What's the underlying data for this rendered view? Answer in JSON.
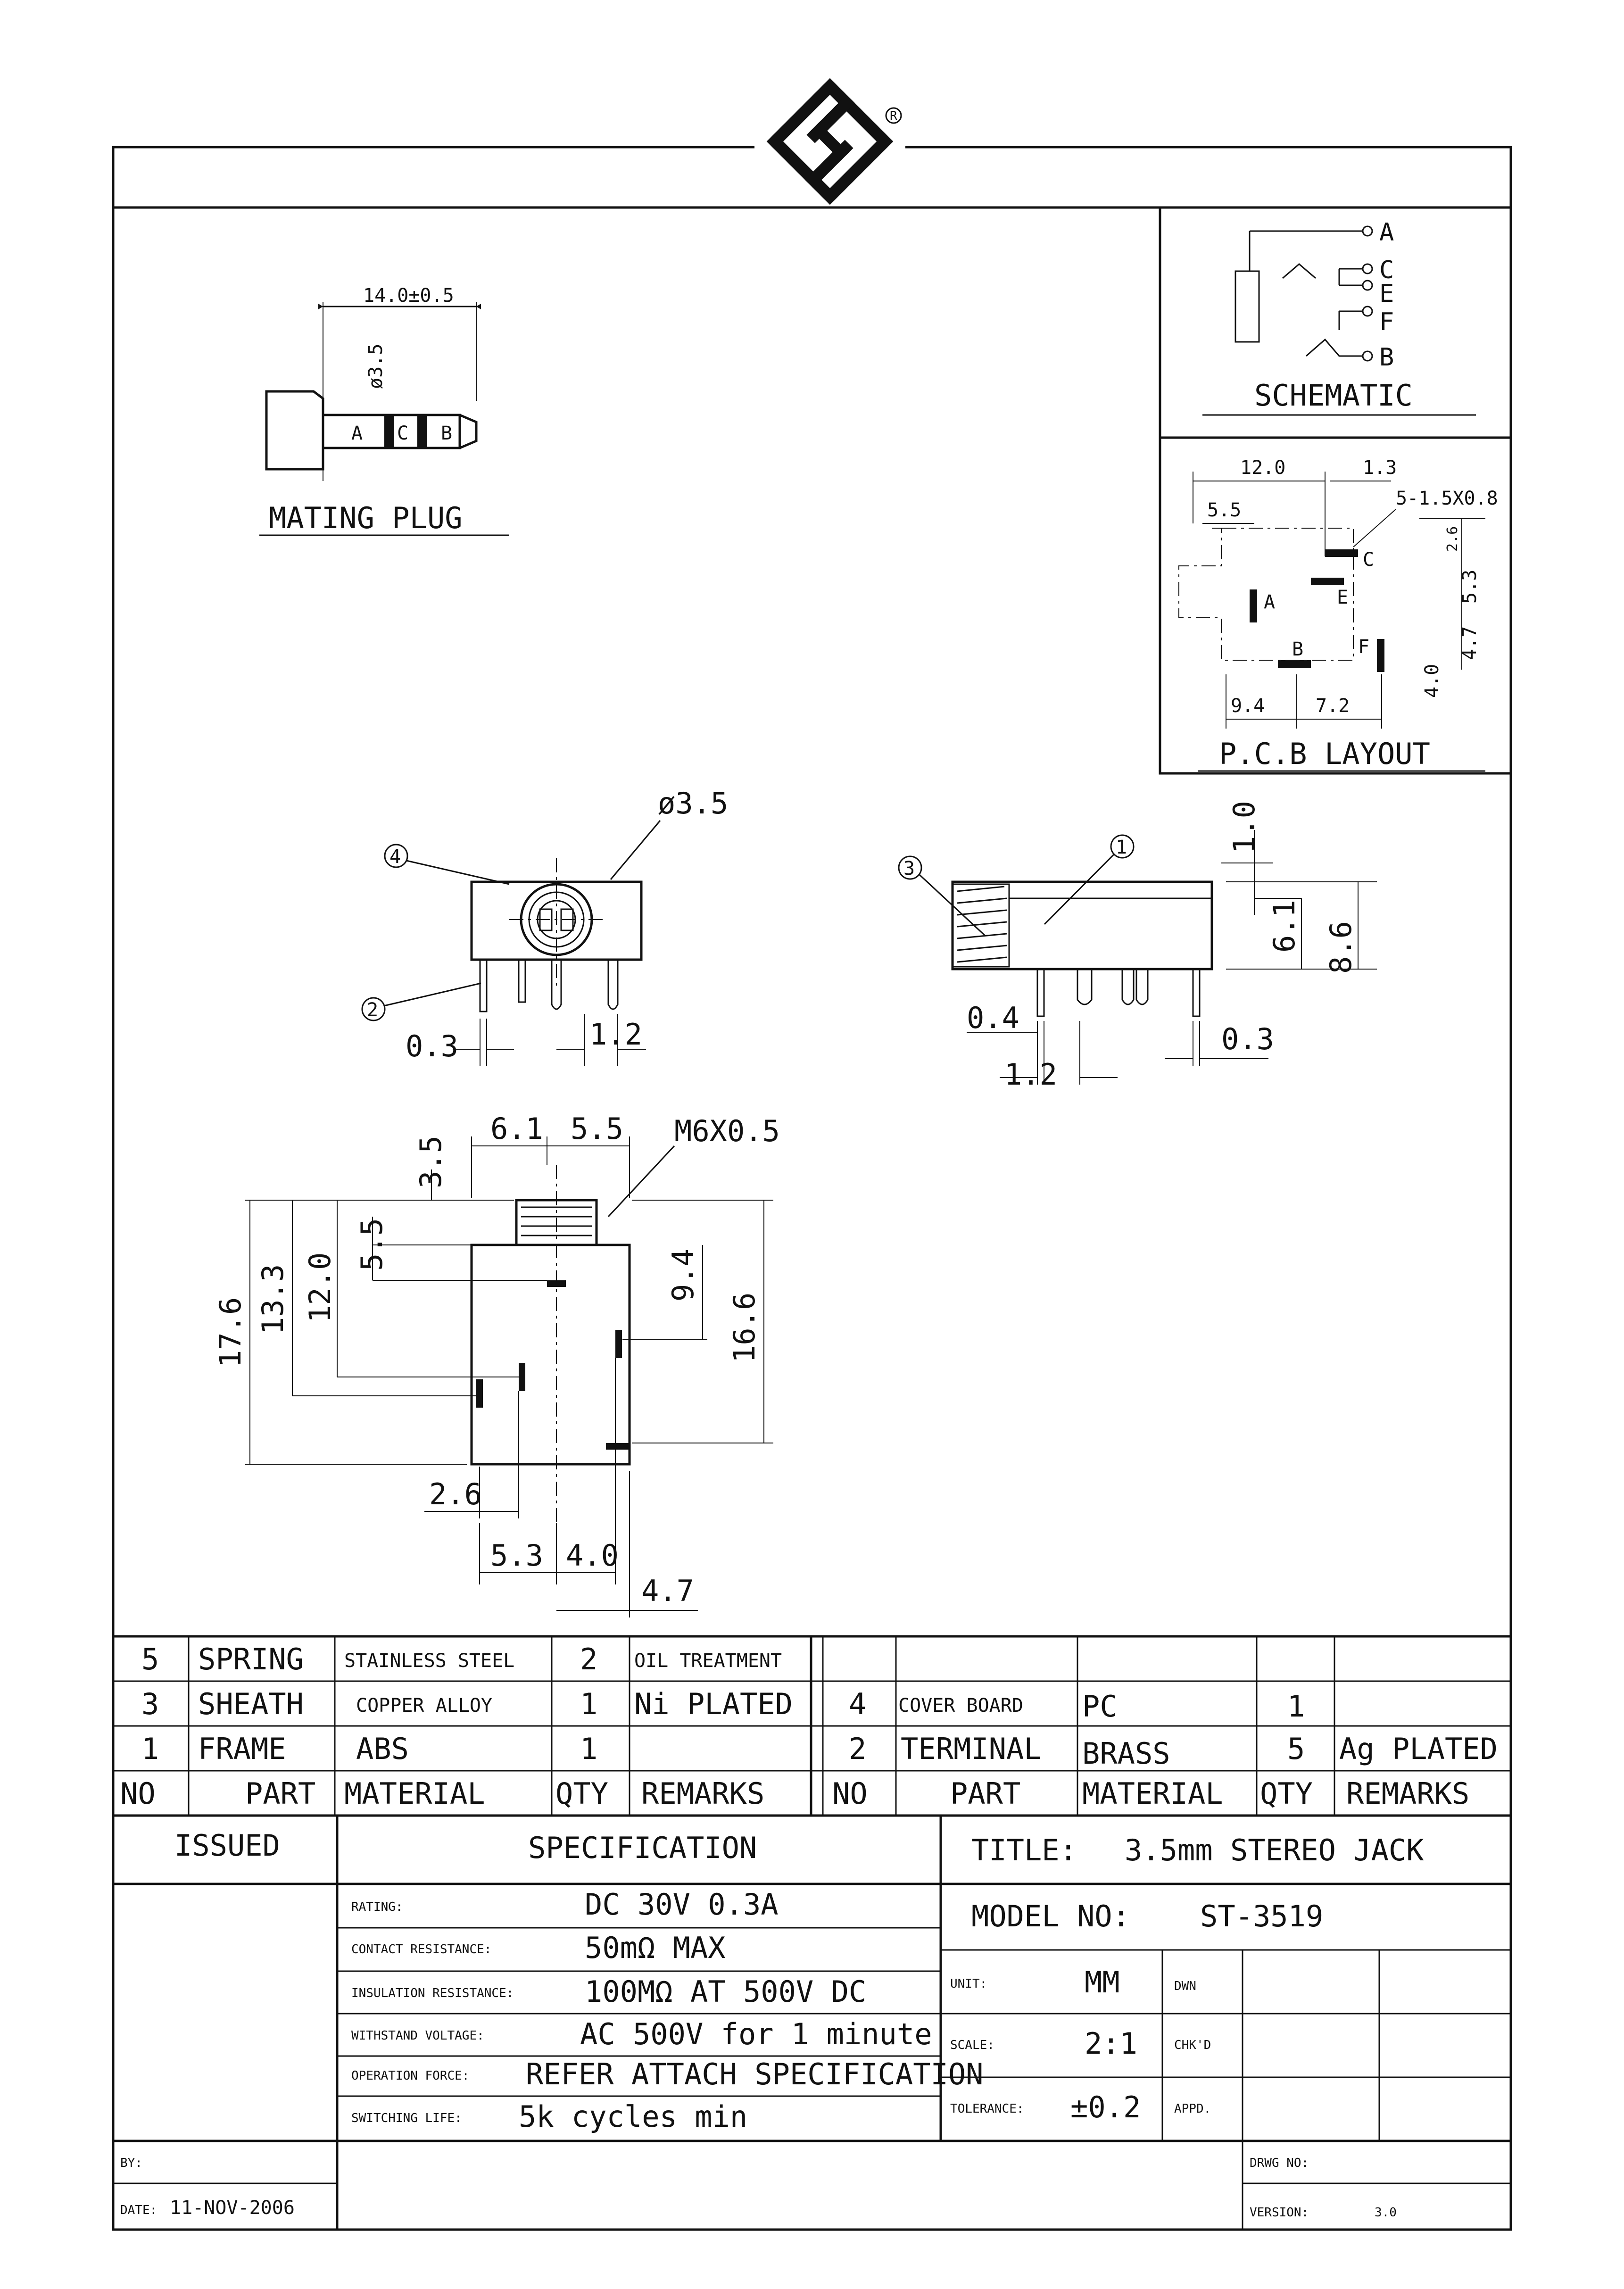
{
  "logo_mark": "registered-logo",
  "plug": {
    "title": "MATING PLUG",
    "dim_length": "14.0±0.5",
    "dim_dia": "ø3.5",
    "seg_a": "A",
    "seg_c": "C",
    "seg_b": "B"
  },
  "schematic": {
    "title": "SCHEMATIC",
    "pins": [
      "A",
      "C",
      "E",
      "F",
      "B"
    ]
  },
  "pcb": {
    "title": "P.C.B LAYOUT",
    "dims": {
      "d12": "12.0",
      "d13": "1.3",
      "holes": "5-1.5X0.8",
      "d55": "5.5",
      "d26": "2.6",
      "d53": "5.3",
      "d47": "4.7",
      "d40": "4.0",
      "d94": "9.4",
      "d72": "7.2"
    },
    "pads": [
      "A",
      "B",
      "C",
      "E",
      "F"
    ]
  },
  "front_view": {
    "dia": "ø3.5",
    "d03": "0.3",
    "d12": "1.2",
    "callout_4": "4",
    "callout_2": "2"
  },
  "side_view": {
    "d10": "1.0",
    "d61": "6.1",
    "d86": "8.6",
    "d04": "0.4",
    "d12": "1.2",
    "d03": "0.3",
    "callout_3": "3",
    "callout_1": "1"
  },
  "bottom_view": {
    "d61": "6.1",
    "d55": "5.5",
    "thread": "M6X0.5",
    "d35": "3.5",
    "d55v": "5.5",
    "d176": "17.6",
    "d133": "13.3",
    "d120": "12.0",
    "d94": "9.4",
    "d166": "16.6",
    "d26": "2.6",
    "d53": "5.3",
    "d40": "4.0",
    "d47": "4.7"
  },
  "bom": {
    "left": [
      {
        "no": "5",
        "part": "SPRING",
        "material": "STAINLESS STEEL",
        "qty": "2",
        "remarks": "OIL TREATMENT"
      },
      {
        "no": "3",
        "part": "SHEATH",
        "material": "COPPER ALLOY",
        "qty": "1",
        "remarks": "Ni PLATED"
      },
      {
        "no": "1",
        "part": "FRAME",
        "material": "ABS",
        "qty": "1",
        "remarks": ""
      }
    ],
    "right": [
      {
        "no": "",
        "part": "",
        "material": "",
        "qty": "",
        "remarks": ""
      },
      {
        "no": "4",
        "part": "COVER BOARD",
        "material": "PC",
        "qty": "1",
        "remarks": ""
      },
      {
        "no": "2",
        "part": "TERMINAL",
        "material": "BRASS",
        "qty": "5",
        "remarks": "Ag PLATED"
      }
    ],
    "header": {
      "no": "NO",
      "part": "PART",
      "material": "MATERIAL",
      "qty": "QTY",
      "remarks": "REMARKS"
    }
  },
  "title_block": {
    "issued": "ISSUED",
    "specification": "SPECIFICATION",
    "title_label": "TITLE:",
    "title_value": "3.5mm STEREO JACK",
    "model_label": "MODEL NO:",
    "model_value": "ST-3519",
    "specs": [
      {
        "label": "RATING:",
        "value": "DC 30V 0.3A"
      },
      {
        "label": "CONTACT RESISTANCE:",
        "value": "50mΩ MAX"
      },
      {
        "label": "INSULATION RESISTANCE:",
        "value": "100MΩ AT 500V DC"
      },
      {
        "label": "WITHSTAND VOLTAGE:",
        "value": "AC 500V for 1 minute"
      },
      {
        "label": "OPERATION FORCE:",
        "value": "REFER ATTACH SPECIFICATION"
      },
      {
        "label": "SWITCHING LIFE:",
        "value": "5k cycles min"
      }
    ],
    "unit_label": "UNIT:",
    "unit_value": "MM",
    "scale_label": "SCALE:",
    "scale_value": "2:1",
    "tol_label": "TOLERANCE:",
    "tol_value": "±0.2",
    "dwn": "DWN",
    "chkd": "CHK'D",
    "appd": "APPD.",
    "by": "BY:",
    "date_label": "DATE:",
    "date_value": "11-NOV-2006",
    "drwg_label": "DRWG NO:",
    "version_label": "VERSION:",
    "version_value": "3.0"
  }
}
